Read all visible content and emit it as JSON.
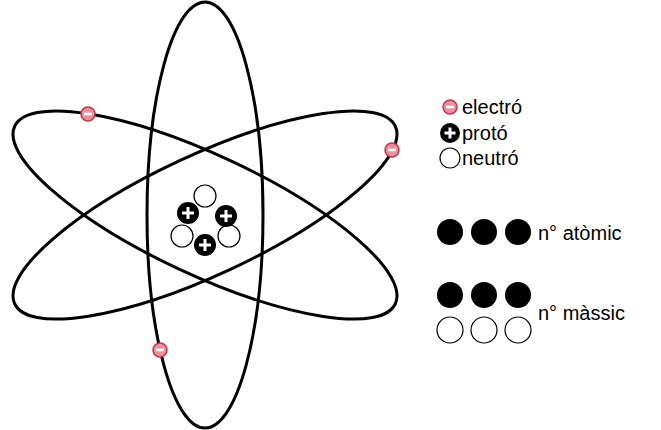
{
  "diagram": {
    "legend": [
      {
        "text": "electró"
      },
      {
        "text": "protó"
      },
      {
        "text": "neutró"
      },
      {
        "text": "n° atòmic"
      },
      {
        "text": "n° màssic"
      }
    ]
  }
}
